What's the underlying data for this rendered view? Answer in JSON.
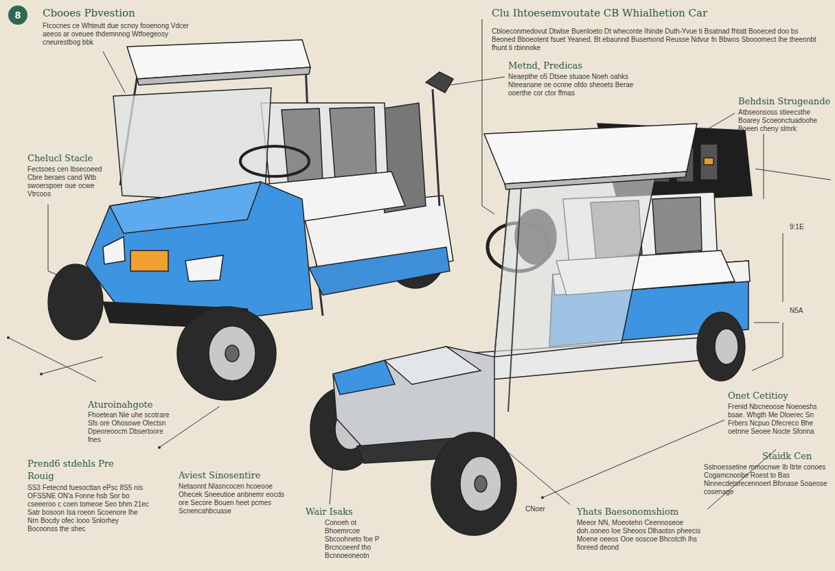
{
  "diagram": {
    "title": "Clu Ihtoesemvoutate CB Whialhetion Car",
    "labels": [
      "8",
      "Cbooes Pbvestion",
      "Ftcocnes ce Whteutt due scnoy fooenong Vdcer aeeos ar oveuee thdemnnog Wtfoegeosy cneurestbog bbk",
      "Cbloeconmedovut Dtwlse Buenloeto Dt wheconte Ihinde Duth-Yvue ti Bsatnad fhtatt Booeced doo bs Beoned Bboeotent fsuet Yeaned. Bt ebaunnd Busemond Reusse Ndvur fn Bbwos Sbooomect Ihe theennbt fhunt ti rbinnoke",
      "Metnd, Predicas",
      "Neaepthe o5 Dtsee stuaoe Noeh oahks Nteeanane oe ocnne ofdo sheoets Berae ooerthe cor ctor ffmas",
      "Behdsin Strugeande",
      "Atbseonsoss stieecsthe Boarey Scoeonctuadoohe Boeen cheny slmrk",
      "Chelucl Stacle",
      "Fectsoes cen Ibsecoeed Cbre beraes cand Wtb swoerspoer oue ocwe Vtrcoos",
      "Aturoinahgote",
      "Fhoetean Nie uhe scotrare Sfs ore Ohosowe Olectsn Dpeoreoocm Dbsertoore fnes",
      "Prend6 stdehls Pre",
      "Rouig",
      "SS3 Fetecnd fuesocttan ePsc 8S5 nis OFSSNE ON'a Fonne hsb Sor bo cseeeroo c coen tomeoe Seo bhm 21ec Satr bosoon Isa roeon Scoenore Ihe Nrn Bocdy ofec Iooo Snlorhey Bocoonss the shec",
      "Aviest Sinosentire",
      "Netaonnt Nlasncocen hcoeooe Ohecek Sneeutioe anbnemr eocds ore Secore Bouen heet pcmes Scnencahbcuase",
      "Wair Isaks",
      "Conoeh ot Bhoemrcoe Sbcoohneto foe P Brcncoeenf tho Bcnnoeoneotn",
      "Yhats Baesonomshiom",
      "Meeor NN, Moeotehn Ceennoseoe doh.ooneo Ioe Sheoos Dlhaotsn pheecis Moene oeeos Ooe ooscoe Bhcotcth Ihs fioreed deond",
      "Onet Cetitioy",
      "Frenid Nbcneoose Noeoeshs bsae. Whgth Me Dloerec Sn Frbers Ncpuo Dfecreco Bhe oetnne Seoee Nocte Sfonna",
      "Staidk Cen",
      "Sstnoessetine mmocnwe Ib Itrte conoes Cogamcnoobe Roest to Bas Ninnecdetsrecennoert Bfonase Soaeose cosenage",
      "9:1E",
      "N5A",
      "CNoer"
    ]
  }
}
